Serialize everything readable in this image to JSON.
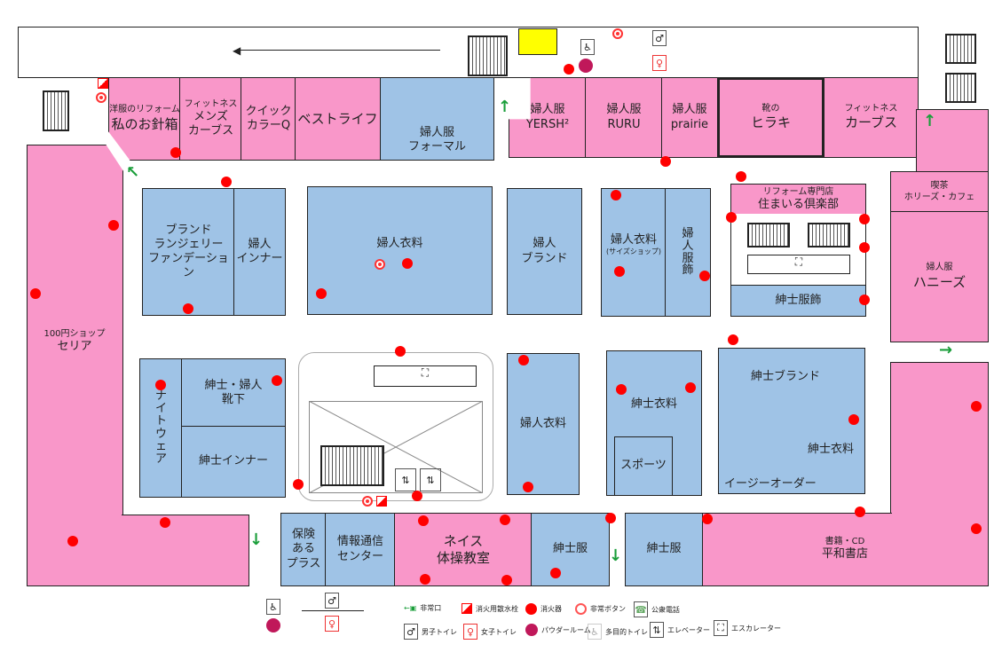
{
  "stores": {
    "ohari": {
      "sub": "洋服のリフォーム",
      "name": "私のお針箱"
    },
    "menscurves": {
      "sub": "フィットネス",
      "name": "メンズ\nカーブス"
    },
    "quick": {
      "name": "クイック\nカラーQ"
    },
    "bestlife": {
      "name": "ベストライフ"
    },
    "formal": {
      "name": "婦人服\nフォーマル"
    },
    "yersh": {
      "name": "婦人服\nYERSH²"
    },
    "ruru": {
      "name": "婦人服\nRURU"
    },
    "prairie": {
      "name": "婦人服\nprairie"
    },
    "hiraki": {
      "sub": "靴の",
      "name": "ヒラキ"
    },
    "curves": {
      "sub": "フィットネス",
      "name": "カーブス"
    },
    "cafe": {
      "sub": "喫茶",
      "name": "ホリーズ・カフェ"
    },
    "honeys": {
      "sub": "婦人服",
      "name": "ハニーズ"
    },
    "seria": {
      "sub": "100円ショップ",
      "name": "セリア"
    },
    "lingerie": {
      "name": "ブランド\nランジェリー\nファンデーション"
    },
    "inner_w": {
      "name": "婦人\nインナー"
    },
    "ladies1": {
      "name": "婦人衣料"
    },
    "ladiesbrand": {
      "name": "婦人\nブランド"
    },
    "sizeshop": {
      "name": "婦人衣料",
      "sub": "(サイズショップ)"
    },
    "fukushoku": {
      "name": "婦\n人\n服\n飾"
    },
    "smile": {
      "sub": "リフォーム専門店",
      "name": "住まいる倶楽部"
    },
    "mensacc": {
      "name": "紳士服飾"
    },
    "nightwear": {
      "name": "ナ\nイ\nト\nウ\nェ\nア"
    },
    "socks": {
      "name": "紳士・婦人\n靴下"
    },
    "inner_m": {
      "name": "紳士インナー"
    },
    "ladies2": {
      "name": "婦人衣料"
    },
    "mens1": {
      "name": "紳士衣料"
    },
    "sports": {
      "name": "スポーツ"
    },
    "mensbrand": {
      "name": "紳士ブランド",
      "mid": "紳士衣料",
      "bottom": "イージーオーダー"
    },
    "hoken": {
      "name": "保険\nある\nプラス"
    },
    "joho": {
      "name": "情報通信\nセンター"
    },
    "neis": {
      "name": "ネイス\n体操教室"
    },
    "menssuit1": {
      "name": "紳士服"
    },
    "menssuit2": {
      "name": "紳士服"
    },
    "heiwa": {
      "sub": "書籍・CD",
      "name": "平和書店"
    }
  },
  "legend": [
    {
      "icon": "emergency-exit-icon",
      "label": "非常口"
    },
    {
      "icon": "fire-hydrant-icon",
      "label": "消火用散水栓"
    },
    {
      "icon": "fire-extinguisher-icon",
      "label": "消火器"
    },
    {
      "icon": "emergency-button-icon",
      "label": "非常ボタン"
    },
    {
      "icon": "public-phone-icon",
      "label": "公衆電話"
    },
    {
      "icon": "mens-toilet-icon",
      "label": "男子トイレ"
    },
    {
      "icon": "womens-toilet-icon",
      "label": "女子トイレ"
    },
    {
      "icon": "powder-room-icon",
      "label": "パウダールーム"
    },
    {
      "icon": "multipurpose-toilet-icon",
      "label": "多目的トイレ"
    },
    {
      "icon": "elevator-icon",
      "label": "エレベーター"
    },
    {
      "icon": "escalator-icon",
      "label": "エスカレーター"
    }
  ],
  "colors": {
    "tenant_pink": "#f997c9",
    "tenant_blue": "#9fc3e6",
    "fire": "#ff0000",
    "exit": "#1a9e3a"
  }
}
